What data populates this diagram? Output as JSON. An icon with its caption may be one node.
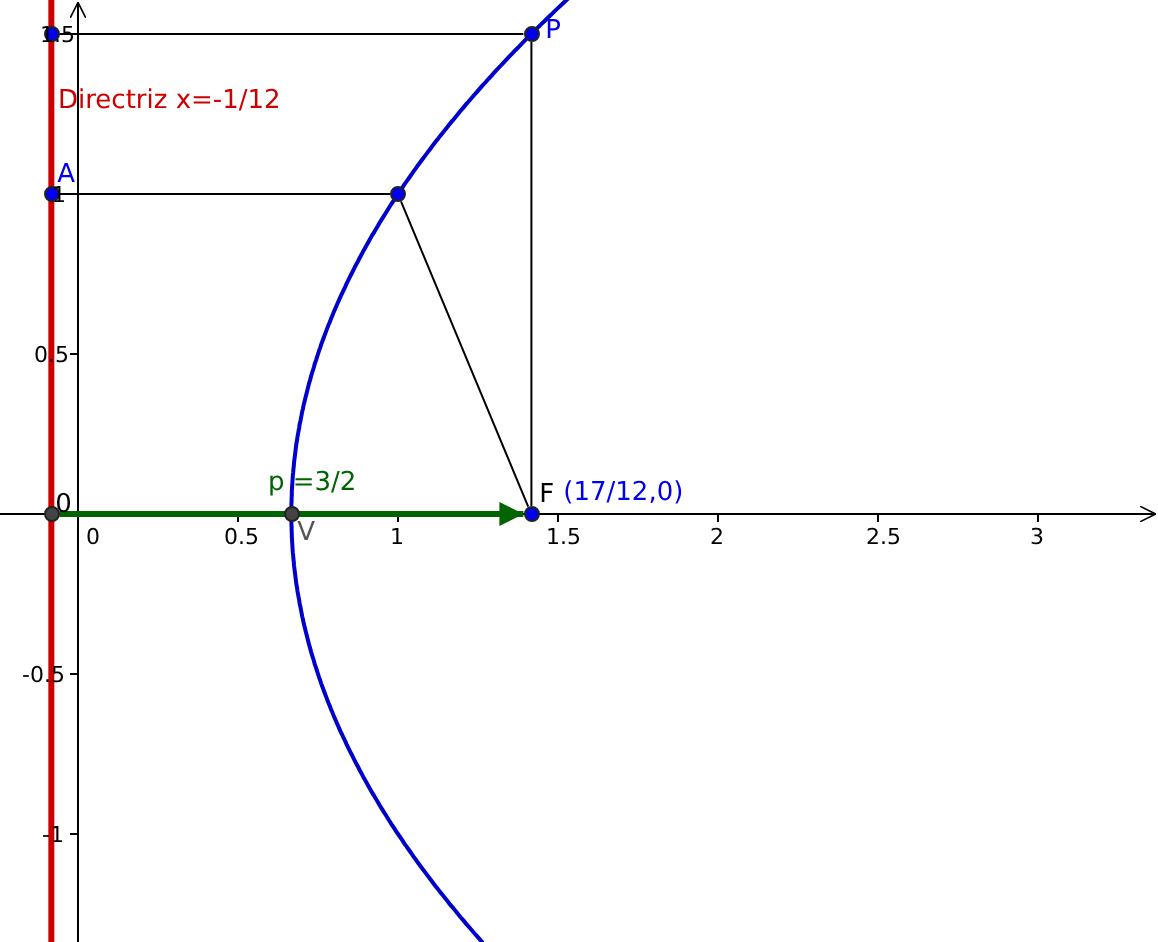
{
  "diagram": {
    "nodes": [
      {
        "text": [
          "P"
        ]
      },
      {
        "text": [],
        "shape": "circle"
      },
      {
        "text": [
          "A"
        ]
      },
      {
        "text": [],
        "shape": "circle"
      },
      {
        "text": [
          "F"
        ],
        "beside": [
          "(17/12,0)"
        ]
      },
      {
        "text": [
          "0"
        ]
      },
      {
        "text": [
          "V"
        ]
      }
    ],
    "edges": [
      {
        "from": 1,
        "to": 0,
        "arrow": "none"
      },
      {
        "from": 0,
        "to": 4,
        "arrow": "none"
      },
      {
        "from": 2,
        "to": 3,
        "arrow": "none"
      },
      {
        "from": 3,
        "to": 4,
        "arrow": "none"
      },
      {
        "from": 5,
        "to": 4,
        "arrow": "to",
        "label": "p =3/2",
        "style": "thick",
        "color": "#006400"
      }
    ],
    "labels": [
      "1.5",
      "Directriz x=-1/12",
      "1",
      "0.5",
      "0",
      "0.5",
      "1",
      "1.5",
      "2",
      "2.5",
      "3",
      "-0.5",
      "-1"
    ]
  }
}
